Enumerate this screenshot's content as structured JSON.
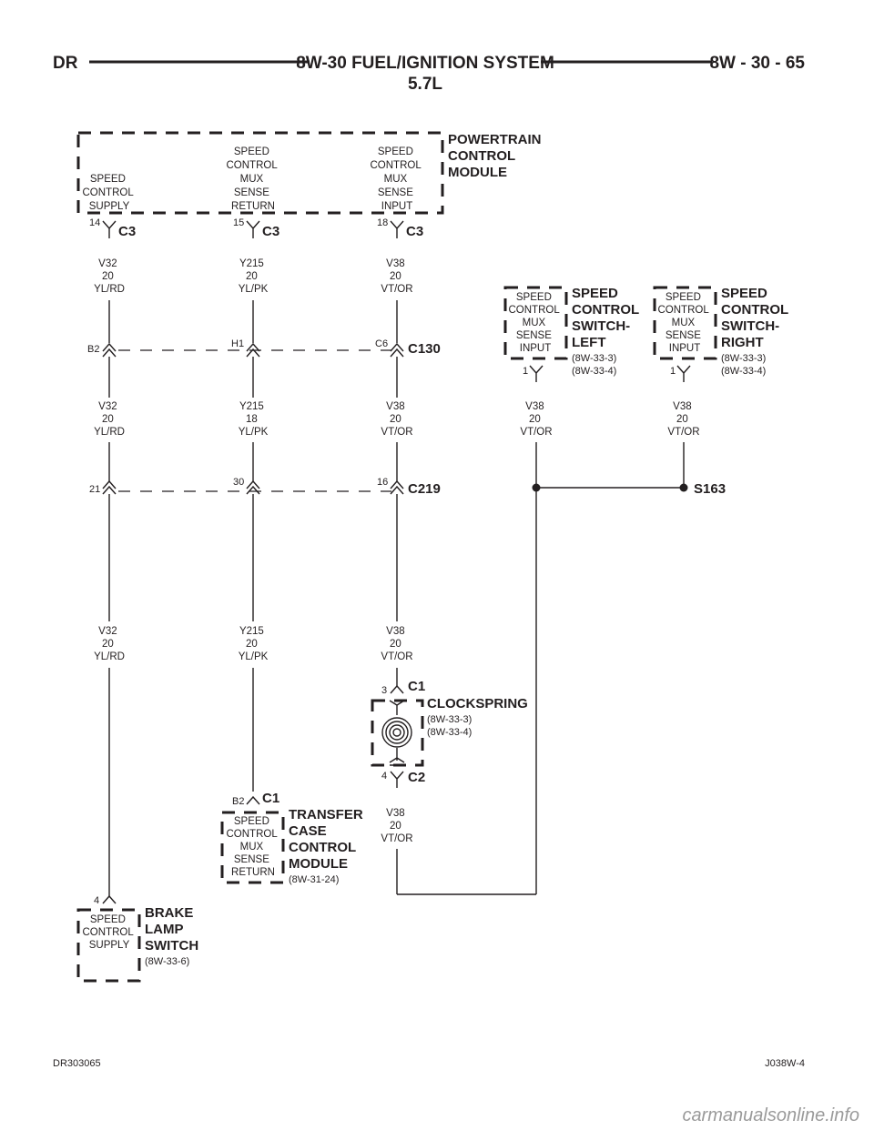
{
  "header": {
    "left": "DR",
    "title_line1": "8W-30 FUEL/IGNITION SYSTEM",
    "title_line2": "5.7L",
    "right": "8W - 30 - 65"
  },
  "pcm": {
    "name": [
      "POWERTRAIN",
      "CONTROL",
      "MODULE"
    ],
    "func_supply": [
      "SPEED",
      "CONTROL",
      "SUPPLY"
    ],
    "func_return": [
      "SPEED",
      "CONTROL",
      "MUX",
      "SENSE",
      "RETURN"
    ],
    "func_input": [
      "SPEED",
      "CONTROL",
      "MUX",
      "SENSE",
      "INPUT"
    ],
    "pin_supply": "14",
    "pin_return": "15",
    "pin_input": "18",
    "connector": "C3"
  },
  "wires": {
    "v32_20": [
      "V32",
      "20",
      "YL/RD"
    ],
    "y215_20": [
      "Y215",
      "20",
      "YL/PK"
    ],
    "y215_18": [
      "Y215",
      "18",
      "YL/PK"
    ],
    "v38_20": [
      "V38",
      "20",
      "VT/OR"
    ]
  },
  "c130": {
    "name": "C130",
    "pin_a": "B2",
    "pin_b": "H1",
    "pin_c": "C6"
  },
  "c219": {
    "name": "C219",
    "pin_a": "21",
    "pin_b": "30",
    "pin_c": "16"
  },
  "switch_left": {
    "func": [
      "SPEED",
      "CONTROL",
      "MUX",
      "SENSE",
      "INPUT"
    ],
    "name": [
      "SPEED",
      "CONTROL",
      "SWITCH-",
      "LEFT"
    ],
    "refs": [
      "(8W-33-3)",
      "(8W-33-4)"
    ],
    "pin": "1"
  },
  "switch_right": {
    "func": [
      "SPEED",
      "CONTROL",
      "MUX",
      "SENSE",
      "INPUT"
    ],
    "name": [
      "SPEED",
      "CONTROL",
      "SWITCH-",
      "RIGHT"
    ],
    "refs": [
      "(8W-33-3)",
      "(8W-33-4)"
    ],
    "pin": "1"
  },
  "splice": "S163",
  "clockspring": {
    "name": "CLOCKSPRING",
    "refs": [
      "(8W-33-3)",
      "(8W-33-4)"
    ],
    "c1": "C1",
    "c2": "C2",
    "pin_top": "3",
    "pin_bottom": "4"
  },
  "tccm": {
    "func": [
      "SPEED",
      "CONTROL",
      "MUX",
      "SENSE",
      "RETURN"
    ],
    "name": [
      "TRANSFER",
      "CASE",
      "CONTROL",
      "MODULE"
    ],
    "ref": "(8W-31-24)",
    "pin": "B2",
    "connector": "C1"
  },
  "brake": {
    "func": [
      "SPEED",
      "CONTROL",
      "SUPPLY"
    ],
    "name": [
      "BRAKE",
      "LAMP",
      "SWITCH"
    ],
    "ref": "(8W-33-6)",
    "pin": "4"
  },
  "footer": {
    "left": "DR303065",
    "right": "J038W-4"
  },
  "watermark": "carmanualsonline.info"
}
